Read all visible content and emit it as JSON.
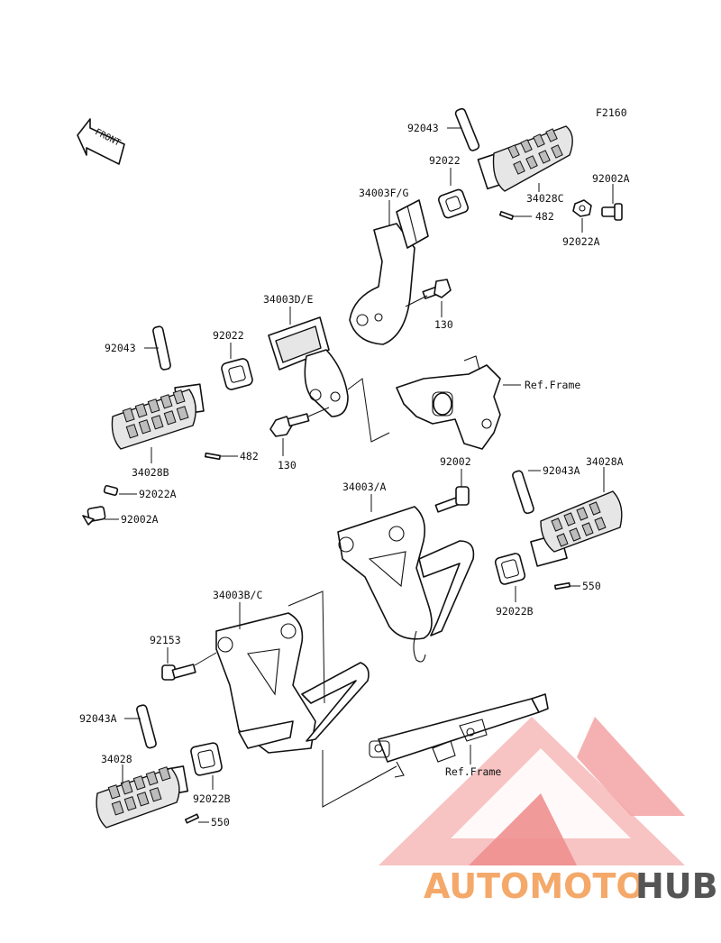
{
  "diagram": {
    "code": "F2160",
    "front_label": "FRONT",
    "watermark": {
      "part1": "AUTOMOTO",
      "part2": "HUB",
      "color1": "#f4a96a",
      "color2": "#555555",
      "triangle_color": "#f08080"
    },
    "labels": {
      "p92043_top": "92043",
      "p92022_top": "92022",
      "p34003fg": "34003F/G",
      "p34028c": "34028C",
      "p92002a_right": "92002A",
      "p482_right": "482",
      "p92022a_right": "92022A",
      "p130_upper": "130",
      "p34003de": "34003D/E",
      "p92022_left": "92022",
      "p92043_left": "92043",
      "ref_frame_upper": "Ref.Frame",
      "p34028b": "34028B",
      "p482_left": "482",
      "p130_lower": "130",
      "p92022a_left": "92022A",
      "p92002a_left": "92002A",
      "p92002_mid": "92002",
      "p34003a": "34003/A",
      "p92043a_right": "92043A",
      "p34028a": "34028A",
      "p550_right": "550",
      "p92022b_right": "92022B",
      "p34003bc": "34003B/C",
      "p92153": "92153",
      "p92043a_left": "92043A",
      "p34028": "34028",
      "p92022b_left": "92022B",
      "p550_left": "550",
      "ref_frame_lower": "Ref.Frame"
    }
  }
}
